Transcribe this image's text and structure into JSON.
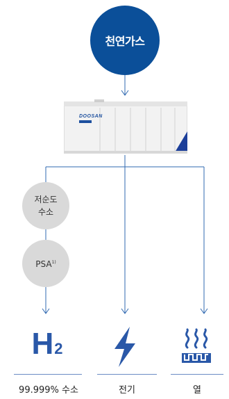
{
  "source": {
    "label": "천연가스"
  },
  "unit": {
    "brand": "DOOSAN"
  },
  "process": {
    "step1": "저순도\n수소",
    "step2": "PSA",
    "step2_note": "1)"
  },
  "outputs": [
    {
      "label": "99.999% 수소",
      "icon": "h2-icon",
      "icon_text": "H",
      "icon_sub": "2"
    },
    {
      "label": "전기",
      "icon": "lightning-icon"
    },
    {
      "label": "열",
      "icon": "heat-icon"
    }
  ],
  "colors": {
    "navy": "#0b4f99",
    "line": "#2f68b0",
    "gray": "#d9d9d9",
    "icon_blue": "#2a58a8"
  }
}
